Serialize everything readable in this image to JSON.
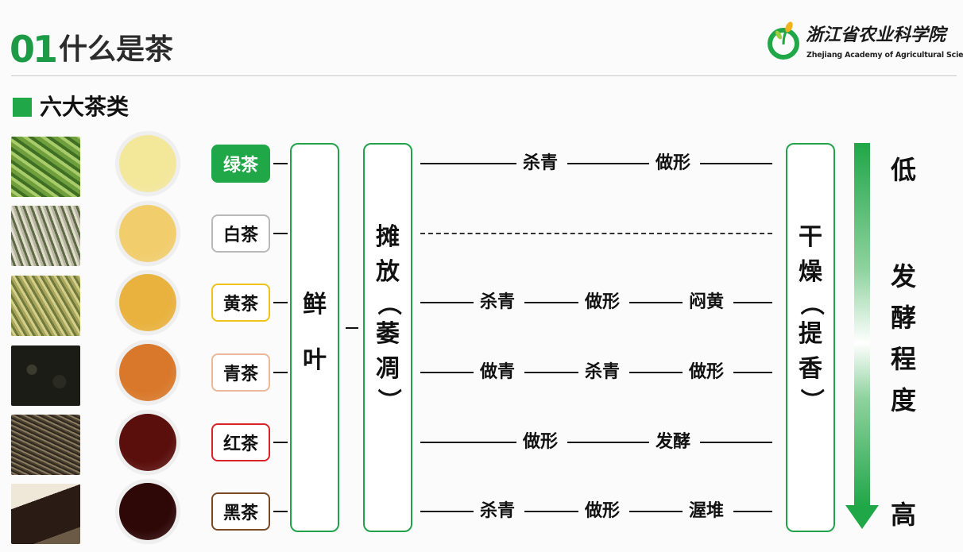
{
  "header": {
    "number": "01",
    "title": "什么是茶"
  },
  "logo": {
    "name_cn": "浙江省农业科学院",
    "name_en": "Zhejiang Academy of Agricultural Sciences"
  },
  "section": {
    "title": "六大茶类"
  },
  "teas": [
    {
      "name": "绿茶",
      "border": "#1fa748",
      "fill": "#1fa748",
      "text_color": "#ffffff",
      "leaf": "green-tea-leaves",
      "liquor": "#f3e79a",
      "steps": [
        "杀青",
        "做形"
      ]
    },
    {
      "name": "白茶",
      "border": "#b9b9b9",
      "fill": "#ffffff",
      "text_color": "#111111",
      "leaf": "white-tea-leaves",
      "liquor": "#f1cd6c",
      "steps": []
    },
    {
      "name": "黄茶",
      "border": "#f0c21c",
      "fill": "#ffffff",
      "text_color": "#111111",
      "leaf": "yellow-tea-leaves",
      "liquor": "#e9b23e",
      "steps": [
        "杀青",
        "做形",
        "闷黄"
      ]
    },
    {
      "name": "青茶",
      "border": "#eab99a",
      "fill": "#ffffff",
      "text_color": "#111111",
      "leaf": "oolong-tea-leaves",
      "liquor": "#d9782a",
      "steps": [
        "做青",
        "杀青",
        "做形"
      ]
    },
    {
      "name": "红茶",
      "border": "#d8232a",
      "fill": "#ffffff",
      "text_color": "#111111",
      "leaf": "black-tea-leaves",
      "liquor": "#5a0f0c",
      "steps": [
        "做形",
        "发酵"
      ]
    },
    {
      "name": "黑茶",
      "border": "#7a4a25",
      "fill": "#ffffff",
      "text_color": "#111111",
      "leaf": "dark-tea-brick",
      "liquor": "#2e0707",
      "steps": [
        "杀青",
        "做形",
        "渥堆"
      ]
    }
  ],
  "process": {
    "fresh_leaf": "鲜叶",
    "spread": "摊放（萎凋）",
    "dry": "干燥（提香）"
  },
  "scale": {
    "low": "低",
    "label": "发酵程度",
    "high": "高",
    "arrow_color": "#1fa748"
  }
}
